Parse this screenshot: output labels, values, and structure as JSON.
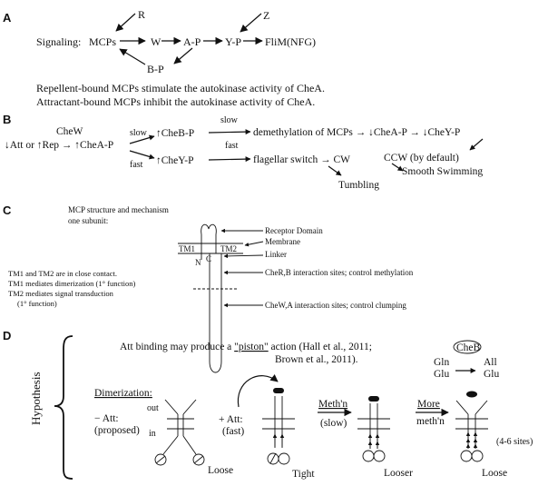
{
  "panels": {
    "a": {
      "letter": "A",
      "signaling_label": "Signaling:",
      "nodes": {
        "mcps": "MCPs",
        "w": "W",
        "ap": "A-P",
        "yp": "Y-P",
        "flim": "FliM(NFG)",
        "bp": "B-P",
        "r": "R",
        "z": "Z"
      },
      "line1": "Repellent-bound MCPs stimulate the autokinase activity of CheA.",
      "line2": "Attractant-bound MCPs inhibit the autokinase activity of CheA."
    },
    "b": {
      "letter": "B",
      "chew": "CheW",
      "start": "↓Att or ↑Rep → ↑CheA-P",
      "slow1": "slow",
      "slow2": "slow",
      "fast1": "fast",
      "fast2": "fast",
      "cheb": "↑CheB-P",
      "chey": "↑CheY-P",
      "demeth": "demethylation of MCPs → ↓CheA-P → ↓CheY-P",
      "flag": "flagellar switch → CW",
      "ccw": "CCW (by default)",
      "smooth": "Smooth Swimming",
      "tumbling": "Tumbling"
    },
    "c": {
      "letter": "C",
      "title1": "MCP structure and mechanism",
      "title2": "one subunit:",
      "tm1": "TM1",
      "tm2": "TM2",
      "n": "N",
      "c": "C",
      "receptor": "Receptor Domain",
      "membrane": "Membrane",
      "linker": "Linker",
      "cher": "CheR,B interaction sites; control methylation",
      "chewa": "CheW,A interaction sites; control clumping",
      "notes": [
        "TM1 and TM2 are in close contact.",
        "TM1 mediates dimerization (1° function)",
        "TM2 mediates signal transduction",
        "(1° function)"
      ]
    },
    "d": {
      "letter": "D",
      "hypothesis": "Hypothesis",
      "piston_pre": "Att binding may produce a ",
      "piston_word": "\"piston\"",
      "piston_post": " action (Hall et al., 2011;",
      "piston_line2": "Brown et al., 2011).",
      "cheb": "CheB",
      "gln": "Gln",
      "glu": "Glu",
      "all": "All",
      "glu2": "Glu",
      "dimerization": "Dimerization:",
      "out": "out",
      "in": "in",
      "minus_att": "− Att:",
      "proposed": "(proposed)",
      "plus_att": "+ Att:",
      "fast": "(fast)",
      "methn": "Meth'n",
      "slow": "(slow)",
      "more": "More",
      "methn2": "meth'n",
      "sites": "(4-6 sites)",
      "loose": "Loose",
      "tight": "Tight",
      "looser": "Looser",
      "loose2": "Loose"
    }
  }
}
